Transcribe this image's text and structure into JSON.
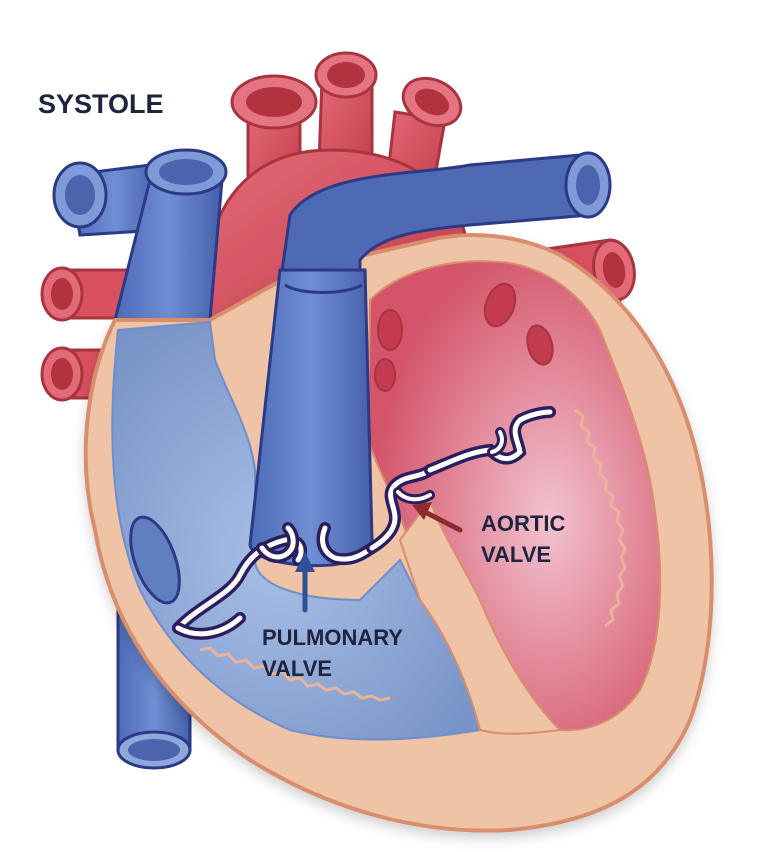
{
  "title": "SYSTOLE",
  "labels": {
    "aortic_line1": "AORTIC",
    "aortic_line2": "VALVE",
    "pulmonary_line1": "PULMONARY",
    "pulmonary_line2": "VALVE"
  },
  "colors": {
    "red_vessel": "#d9505e",
    "red_vessel_dark": "#a8343f",
    "blue_vessel": "#5a78c2",
    "blue_vessel_dark": "#2c3a86",
    "heart_wall": "#efc3a6",
    "heart_wall_edge": "#d88e6d",
    "left_chamber": "#e07c8f",
    "right_chamber": "#90abd8",
    "valve_outline": "#2b1e5e",
    "aortic_arrow": "#8e2b2f",
    "pulmonary_arrow": "#2f4f9a"
  }
}
